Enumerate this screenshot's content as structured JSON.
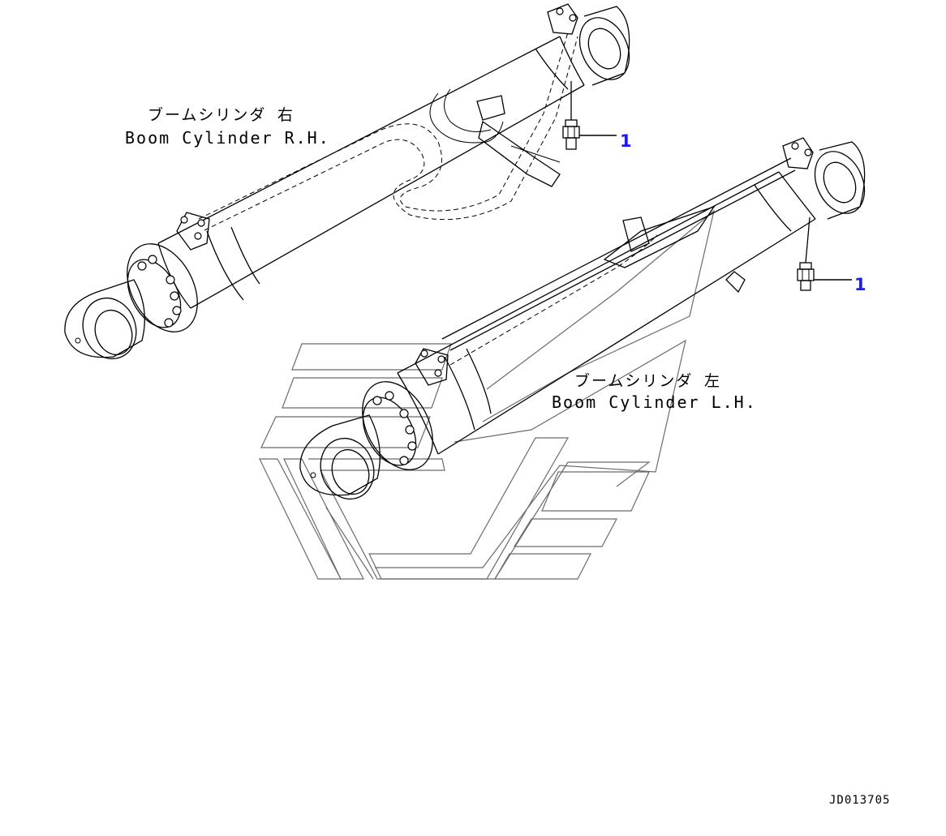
{
  "labels": {
    "rh_jp": "ブームシリンダ 右",
    "rh_en": "Boom Cylinder R.H.",
    "lh_jp": "ブームシリンダ 左",
    "lh_en": "Boom Cylinder L.H."
  },
  "callouts": {
    "rh_number": "1",
    "lh_number": "1"
  },
  "drawing_code": "JD013705",
  "colors": {
    "line": "#000000",
    "callout": "#1a1aff",
    "watermark": "#6b6b6b",
    "background": "#ffffff"
  }
}
